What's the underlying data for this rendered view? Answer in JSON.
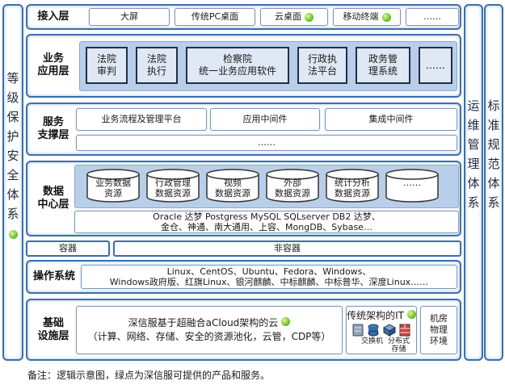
{
  "left_bar": {
    "chars": [
      "等",
      "级",
      "保",
      "护",
      "安",
      "全",
      "体",
      "系"
    ]
  },
  "right_bar_1": {
    "chars": [
      "运",
      "维",
      "管",
      "理",
      "体",
      "系"
    ]
  },
  "right_bar_2": {
    "chars": [
      "标",
      "准",
      "规",
      "范",
      "体",
      "系"
    ]
  },
  "access": {
    "label": "接入层",
    "items": [
      "大屏",
      "传统PC桌面",
      "云桌面",
      "移动终端",
      "……"
    ]
  },
  "app": {
    "label_l1": "业务",
    "label_l2": "应用层",
    "items": [
      {
        "l1": "法院",
        "l2": "审判"
      },
      {
        "l1": "法院",
        "l2": "执行"
      },
      {
        "l1": "检察院",
        "l2": "统一业务应用软件"
      },
      {
        "l1": "行政执",
        "l2": "法平台"
      },
      {
        "l1": "政务管",
        "l2": "理系统"
      },
      {
        "l1": "……",
        "l2": ""
      }
    ]
  },
  "service": {
    "label_l1": "服务",
    "label_l2": "支撑层",
    "items": [
      "业务流程及管理平台",
      "应用中间件",
      "集成中间件"
    ],
    "more": "……"
  },
  "data": {
    "label_l1": "数据",
    "label_l2": "中心层",
    "items": [
      {
        "l1": "业务数据",
        "l2": "资源"
      },
      {
        "l1": "行政管理",
        "l2": "数据资源"
      },
      {
        "l1": "视频",
        "l2": "数据资源"
      },
      {
        "l1": "外部",
        "l2": "数据资源"
      },
      {
        "l1": "统计分析",
        "l2": "数据资源"
      },
      {
        "l1": "……",
        "l2": ""
      }
    ],
    "db_l1": "Oracle 达梦 Postgress MySQL SQLserver DB2 达梦、",
    "db_l2": "金仓、神通、南大通用、上容、MongDB、Sybase…"
  },
  "container": {
    "label": "容器",
    "non": "非容器"
  },
  "os": {
    "label": "操作系统",
    "l1": "Linux、CentOS、Ubuntu、Fedora、Windows、",
    "l2": "Windows政府版、红旗Linux、银河麒麟、中标麒麟、中标普华、深度Linux……"
  },
  "infra": {
    "label_l1": "基础",
    "label_l2": "设施层",
    "cloud_l1": "深信服基于超融合aCloud架构的云",
    "cloud_l2": "（计算、网络、存储、安全的资源池化，云管，CDP等）",
    "traditional": "传统架构的IT",
    "switch": "交换机",
    "storage_l1": "分布式",
    "storage_l2": "存储",
    "room_l1": "机房",
    "room_l2": "物理",
    "room_l3": "环境"
  },
  "note": "备注：逻辑示意图，绿点为深信服可提供的产品和服务。",
  "colors": {
    "border": "#3e6faa",
    "panel": "#b9cfe9",
    "dot": "#6fc32a"
  }
}
